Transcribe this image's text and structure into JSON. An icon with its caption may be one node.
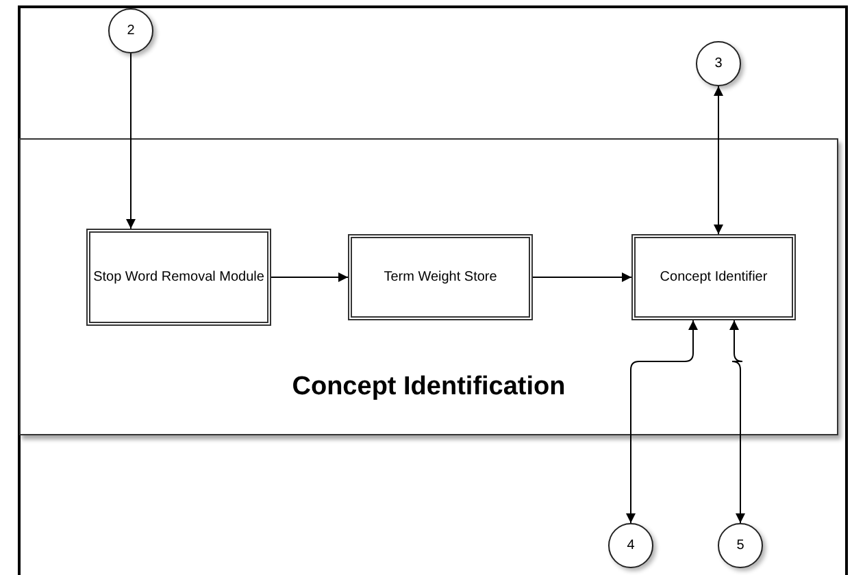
{
  "diagram": {
    "nodes": [
      {
        "text": [
          "2"
        ]
      },
      {
        "text": [
          "3"
        ]
      },
      {
        "text": [
          "Concept Identification"
        ]
      },
      {
        "text": [
          "Stop Word Removal Module"
        ],
        "in": 2
      },
      {
        "text": [
          "Term Weight Store"
        ],
        "in": 2
      },
      {
        "text": [
          "Concept Identifier"
        ],
        "in": 2
      },
      {
        "text": [
          "4"
        ]
      },
      {
        "text": [
          "5"
        ]
      }
    ],
    "edges": [
      {
        "from": 0,
        "to": 3,
        "arrow": "to"
      },
      {
        "from": 3,
        "to": 4,
        "arrow": "to"
      },
      {
        "from": 4,
        "to": 5,
        "arrow": "to"
      },
      {
        "from": 5,
        "to": 1,
        "arrow": "both"
      },
      {
        "from": 6,
        "to": 5,
        "arrow": "both"
      },
      {
        "from": 7,
        "to": 5,
        "arrow": "both"
      }
    ]
  }
}
